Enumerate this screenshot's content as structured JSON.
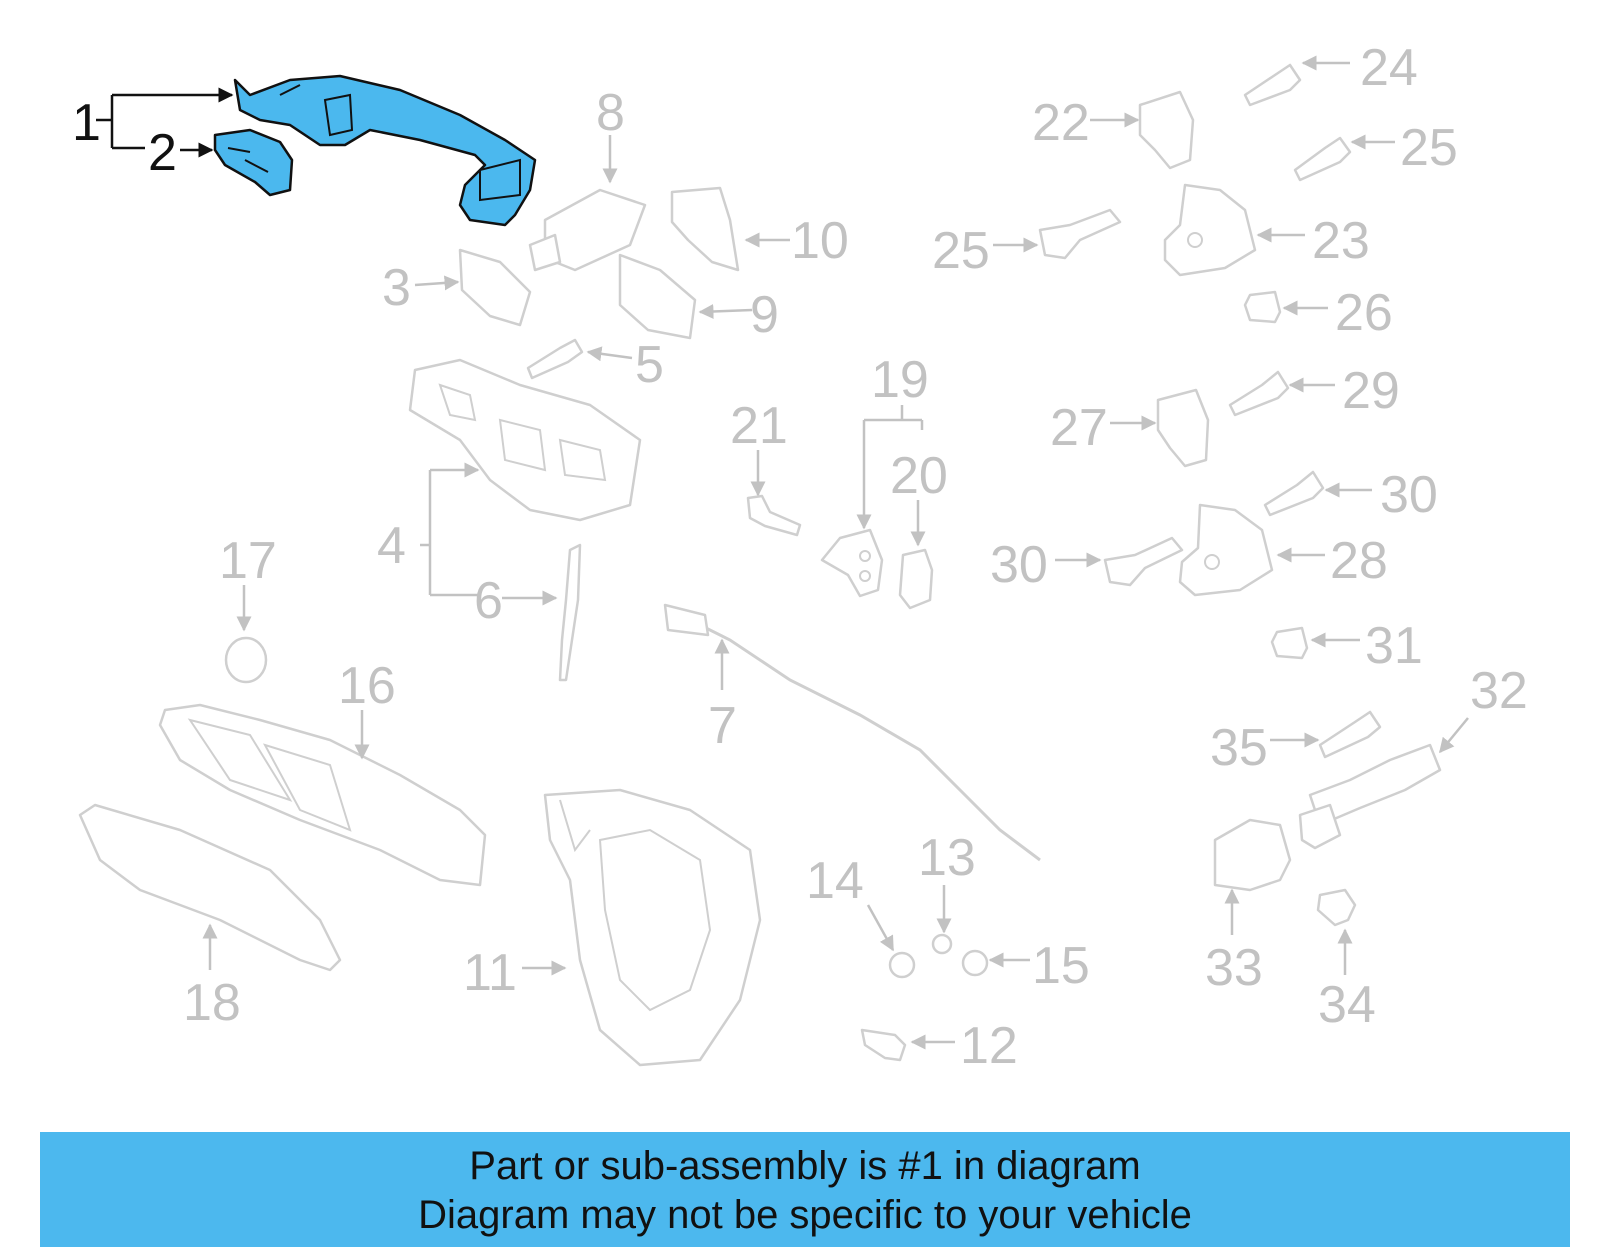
{
  "callouts": {
    "c1": "1",
    "c2": "2",
    "c3": "3",
    "c4": "4",
    "c5": "5",
    "c6": "6",
    "c7": "7",
    "c8": "8",
    "c9": "9",
    "c10": "10",
    "c11": "11",
    "c12": "12",
    "c13": "13",
    "c14": "14",
    "c15": "15",
    "c16": "16",
    "c17": "17",
    "c18": "18",
    "c19": "19",
    "c20": "20",
    "c21": "21",
    "c22": "22",
    "c23": "23",
    "c24": "24",
    "c25a": "25",
    "c25b": "25",
    "c26": "26",
    "c27": "27",
    "c28": "28",
    "c29": "29",
    "c30a": "30",
    "c30b": "30",
    "c31": "31",
    "c32": "32",
    "c33": "33",
    "c34": "34",
    "c35": "35"
  },
  "highlight": {
    "color": "#4bb8ee",
    "parts": [
      "1",
      "2"
    ]
  },
  "banner": {
    "line1": "Part or sub-assembly is #1 in diagram",
    "line2": "Diagram may not be specific to your vehicle",
    "color": "#4cb8ee"
  }
}
